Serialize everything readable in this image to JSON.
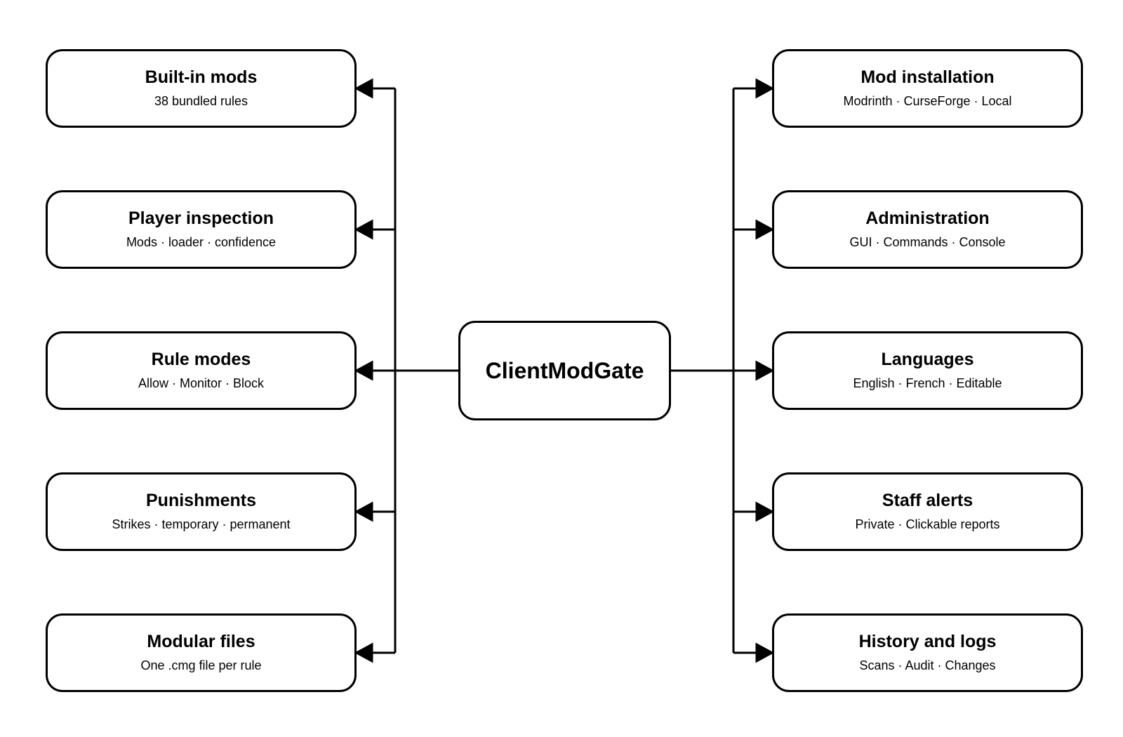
{
  "center": {
    "title": "ClientModGate"
  },
  "left_nodes": [
    {
      "title": "Built-in mods",
      "subtitle": "38 bundled rules"
    },
    {
      "title": "Player inspection",
      "subtitle": "Mods · loader · confidence"
    },
    {
      "title": "Rule modes",
      "subtitle": "Allow · Monitor · Block"
    },
    {
      "title": "Punishments",
      "subtitle": "Strikes · temporary · permanent"
    },
    {
      "title": "Modular files",
      "subtitle": "One .cmg file per rule"
    }
  ],
  "right_nodes": [
    {
      "title": "Mod installation",
      "subtitle": "Modrinth · CurseForge · Local"
    },
    {
      "title": "Administration",
      "subtitle": "GUI · Commands · Console"
    },
    {
      "title": "Languages",
      "subtitle": "English · French · Editable"
    },
    {
      "title": "Staff alerts",
      "subtitle": "Private · Clickable reports"
    },
    {
      "title": "History and logs",
      "subtitle": "Scans · Audit · Changes"
    }
  ],
  "colors": {
    "stroke": "#000000",
    "background": "#ffffff"
  }
}
